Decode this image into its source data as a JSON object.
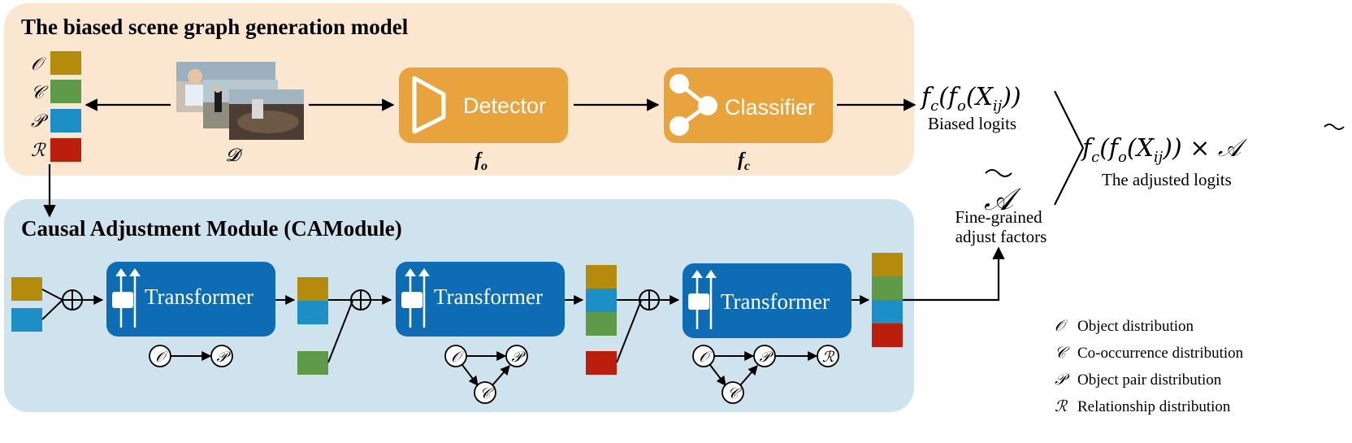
{
  "colors": {
    "top_panel_bg": "#fbe6cf",
    "bottom_panel_bg": "#cfe3ef",
    "block_orange": "#e8a33c",
    "block_blue": "#0e6cb5",
    "object": "#b58b0c",
    "cooccurrence": "#5e9a48",
    "pair": "#1b8fc6",
    "relation": "#bb1e0c"
  },
  "top_panel": {
    "title": "The biased scene graph generation model",
    "dataset_symbol": "𝓓",
    "legend_symbols": [
      "𝒪",
      "𝒞",
      "𝒫",
      "ℛ"
    ],
    "detector": {
      "label": "Detector",
      "symbol": "f",
      "subscript": "o"
    },
    "classifier": {
      "label": "Classifier",
      "symbol": "f",
      "subscript": "c"
    }
  },
  "outputs": {
    "biased_formula": "f_c(f_o(X_ij))",
    "biased_caption": "Biased logits",
    "factor_symbol": "𝒜",
    "factor_caption_1": "Fine-grained",
    "factor_caption_2": "adjust factors",
    "adjusted_formula": "f_c(f_o(X_ij)) × 𝒜",
    "adjusted_caption": "The adjusted logits"
  },
  "bottom_panel": {
    "title": "Causal Adjustment Module (CAModule)",
    "stages": [
      {
        "label": "Transformer",
        "graph_nodes": [
          "𝒪",
          "𝒫"
        ]
      },
      {
        "label": "Transformer",
        "graph_nodes": [
          "𝒪",
          "𝒫",
          "𝒞"
        ]
      },
      {
        "label": "Transformer",
        "graph_nodes": [
          "𝒪",
          "𝒫",
          "ℛ",
          "𝒞"
        ]
      }
    ],
    "plus_symbol": "⊕"
  },
  "legend": [
    {
      "symbol": "𝒪",
      "text": "Object distribution"
    },
    {
      "symbol": "𝒞",
      "text": "Co-occurrence distribution"
    },
    {
      "symbol": "𝒫",
      "text": "Object pair distribution"
    },
    {
      "symbol": "ℛ",
      "text": "Relationship distribution"
    }
  ]
}
